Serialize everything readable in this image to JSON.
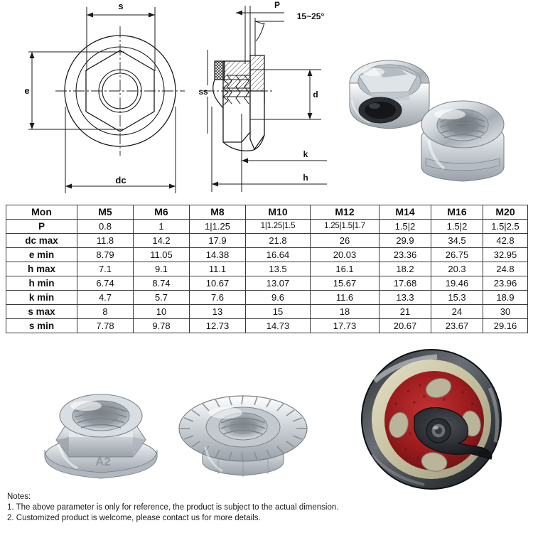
{
  "drawing": {
    "front_view": {
      "name": "hex-flange-nut-front-view",
      "dim_s": "s",
      "dim_e": "e",
      "dim_dc": "dc"
    },
    "section_view": {
      "name": "hex-flange-nut-section-view",
      "dim_p": "P",
      "angle": "15~25°",
      "dim_ss": "ss",
      "dim_d": "d",
      "dim_k": "k",
      "dim_h": "h"
    }
  },
  "photos": {
    "top_right": {
      "caption": "nylon-insert-flange-nuts-pair"
    },
    "bottom_left": {
      "caption": "hex-flange-nylon-lock-nut",
      "marking": "A2"
    },
    "bottom_middle": {
      "caption": "serrated-flange-nut"
    },
    "bottom_right": {
      "caption": "red-abrasive-disc-assembly"
    }
  },
  "table": {
    "columns": [
      "Mon",
      "M5",
      "M6",
      "M8",
      "M10",
      "M12",
      "M14",
      "M16",
      "M20"
    ],
    "rows": [
      {
        "label": "P",
        "values": [
          "0.8",
          "1",
          "1|1.25",
          "1|1.25|1.5",
          "1.25|1.5|1.7",
          "1.5|2",
          "1.5|2",
          "1.5|2.5"
        ]
      },
      {
        "label": "dc max",
        "values": [
          "11.8",
          "14.2",
          "17.9",
          "21.8",
          "26",
          "29.9",
          "34.5",
          "42.8"
        ]
      },
      {
        "label": "e min",
        "values": [
          "8.79",
          "11.05",
          "14.38",
          "16.64",
          "20.03",
          "23.36",
          "26.75",
          "32.95"
        ]
      },
      {
        "label": "h max",
        "values": [
          "7.1",
          "9.1",
          "11.1",
          "13.5",
          "16.1",
          "18.2",
          "20.3",
          "24.8"
        ]
      },
      {
        "label": "h min",
        "values": [
          "6.74",
          "8.74",
          "10.67",
          "13.07",
          "15.67",
          "17.68",
          "19.46",
          "23.96"
        ]
      },
      {
        "label": "k min",
        "values": [
          "4.7",
          "5.7",
          "7.6",
          "9.6",
          "11.6",
          "13.3",
          "15.3",
          "18.9"
        ]
      },
      {
        "label": "s max",
        "values": [
          "8",
          "10",
          "13",
          "15",
          "18",
          "21",
          "24",
          "30"
        ]
      },
      {
        "label": "s min",
        "values": [
          "7.78",
          "9.78",
          "12.73",
          "14.73",
          "17.73",
          "20.67",
          "23.67",
          "29.16"
        ]
      }
    ]
  },
  "notes": {
    "title": "Notes:",
    "items": [
      "1. The above parameter is only for reference, the product is subject to the actual dimension.",
      "2. Customized product is welcome, please contact us for more details."
    ]
  },
  "colors": {
    "line": "#1a1a1a",
    "table_border": "#3a3a3a",
    "chrome_light": "#f2f4f6",
    "chrome_mid": "#c6cbd1",
    "chrome_dark": "#8b9299",
    "nylon_black": "#23262b",
    "disc_red": "#a81e20",
    "disc_hub": "#1d1f22",
    "disc_rim": "#c9c4a4"
  }
}
